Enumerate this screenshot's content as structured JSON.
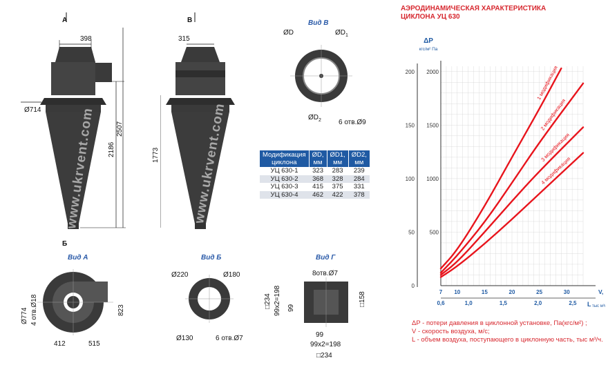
{
  "views": {
    "a_marker": "А",
    "b_marker": "В",
    "bottom_marker": "Б",
    "vid_v": "Вид В",
    "vid_a": "Вид А",
    "vid_b": "Вид Б",
    "vid_g": "Вид Г"
  },
  "front_dims": {
    "top_width": "398",
    "diameter": "Ø714",
    "height_total": "2507",
    "height_body": "2186"
  },
  "side_dims": {
    "top_width": "315",
    "height": "1773"
  },
  "vid_v_dims": {
    "d": "ØD",
    "d1": "ØD",
    "d1_sub": "1",
    "d2": "ØD",
    "d2_sub": "2",
    "holes": "6 отв.Ø9"
  },
  "vid_a_dims": {
    "diameter": "Ø774",
    "holes": "4 отв.Ø18",
    "height": "823",
    "w1": "412",
    "w2": "515"
  },
  "vid_b_dims": {
    "d_top_left": "Ø220",
    "d_top_right": "Ø180",
    "d_bottom": "Ø130",
    "holes": "6 отв.Ø7"
  },
  "vid_g_dims": {
    "holes": "8отв.Ø7",
    "side_total": "□234",
    "side_pitch": "99x2=198",
    "side_99": "99",
    "right": "□158",
    "bottom_99": "99",
    "bottom_pitch": "99x2=198",
    "bottom_total": "□234"
  },
  "table": {
    "headers": [
      {
        "main": "Модификация",
        "sub": "циклона"
      },
      {
        "main": "ØD,",
        "sub": "мм"
      },
      {
        "main": "ØD1,",
        "sub": "мм"
      },
      {
        "main": "ØD2,",
        "sub": "мм"
      }
    ],
    "rows": [
      [
        "УЦ 630-1",
        "323",
        "283",
        "239"
      ],
      [
        "УЦ 630-2",
        "368",
        "328",
        "284"
      ],
      [
        "УЦ 630-3",
        "415",
        "375",
        "331"
      ],
      [
        "УЦ 630-4",
        "462",
        "422",
        "378"
      ]
    ]
  },
  "watermark": "www.ukrvent.com",
  "colors": {
    "curve": "#e8141c",
    "accent_blue": "#1f5aa3",
    "title_red": "#d7282f",
    "grid": "#d4d4d4",
    "body_dark": "#3a3a3a"
  },
  "chart_data": {
    "type": "line",
    "title_line1": "АЭРОДИНАМИЧЕСКАЯ ХАРАКТЕРИСТИКА",
    "title_line2": "ЦИКЛОНА УЦ 630",
    "ylabel": "ΔP",
    "ylabel_units": "кгс/м²  Па",
    "xlabel_v": "V, м/с",
    "xlabel_l": "L",
    "xlabel_l_units": "тыс м³/ч",
    "y_kgs_ticks": [
      "0",
      "50",
      "100",
      "150",
      "200"
    ],
    "y_pa_ticks": [
      "500",
      "1000",
      "1500",
      "2000"
    ],
    "v_ticks": [
      "7",
      "10",
      "15",
      "20",
      "25",
      "30"
    ],
    "l_ticks": [
      "0,6",
      "1,0",
      "1,5",
      "2,0",
      "2,5"
    ],
    "xlim_v": [
      7,
      33
    ],
    "ylim_pa": [
      0,
      2050
    ],
    "series": [
      {
        "name": "1 модификация",
        "x": [
          7,
          10,
          15,
          20,
          25,
          29
        ],
        "y": [
          160,
          330,
          740,
          1200,
          1650,
          2030
        ]
      },
      {
        "name": "2 модификация",
        "x": [
          7,
          10,
          15,
          20,
          25,
          33
        ],
        "y": [
          120,
          280,
          590,
          960,
          1340,
          1890
        ]
      },
      {
        "name": "3 модификация",
        "x": [
          7,
          10,
          15,
          20,
          25,
          33
        ],
        "y": [
          100,
          220,
          500,
          790,
          1070,
          1480
        ]
      },
      {
        "name": "4 модификация",
        "x": [
          7,
          10,
          15,
          20,
          25,
          33
        ],
        "y": [
          80,
          180,
          390,
          620,
          860,
          1240
        ]
      }
    ],
    "legend": [
      "ΔP - потери давления в циклонной установке, Па(кгс/м²) ;",
      "V - скорость воздуха, м/с;",
      "L - объем воздуха, поступающего в циклонную часть, тыс м³/ч."
    ]
  }
}
